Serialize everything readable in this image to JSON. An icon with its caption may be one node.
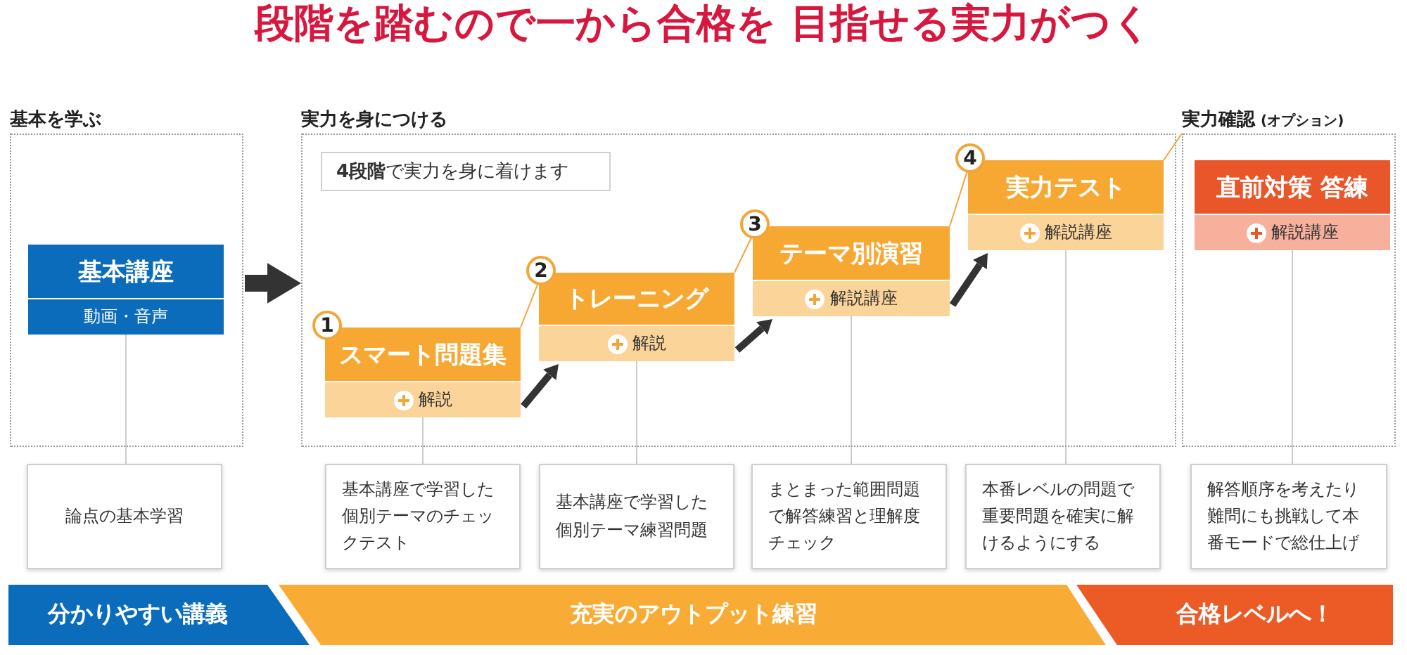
{
  "diagram": {
    "title": "段階を踏むので一から合格を 目指せる実力がつく",
    "nodes": [
      {
        "text": [
          "基本を学ぶ"
        ]
      },
      {
        "text": [
          "基本講座",
          "動画・音声"
        ],
        "in": 0
      },
      {
        "text": [
          "実力を身につける"
        ]
      },
      {
        "text": [
          "**4段階**で実力を身に着けます"
        ],
        "in": 2
      },
      {
        "text": [
          "1",
          "スマート問題集",
          "解説"
        ],
        "in": 2
      },
      {
        "text": [
          "2",
          "トレーニング",
          "解説"
        ],
        "in": 2
      },
      {
        "text": [
          "3",
          "テーマ別演習",
          "解説講座"
        ],
        "in": 2
      },
      {
        "text": [
          "4",
          "実力テスト",
          "解説講座"
        ],
        "in": 2
      },
      {
        "text": [
          "実力確認",
          "(オプション)"
        ]
      },
      {
        "text": [
          "直前対策 答練",
          "解説講座"
        ],
        "in": 8
      },
      {
        "text": [
          "論点の基本学習"
        ]
      },
      {
        "text": [
          "基本講座で学習した個別テーマのチェックテスト"
        ]
      },
      {
        "text": [
          "基本講座で学習した個別テーマ練習問題"
        ]
      },
      {
        "text": [
          "まとまった範囲問題で解答練習と理解度チェック"
        ]
      },
      {
        "text": [
          "本番レベルの問題で重要問題を確実に解けるようにする"
        ]
      },
      {
        "text": [
          "解答順序を考えたり難問にも挑戦して本番モードで総仕上げ"
        ]
      },
      {
        "text": [
          "分かりやすい講義"
        ]
      },
      {
        "text": [
          "充実のアウトプット練習"
        ]
      },
      {
        "text": [
          "合格レベルへ！"
        ]
      }
    ],
    "edges": [
      {
        "from": 0,
        "to": 2,
        "arrow": "to",
        "style": "thick",
        "color": "#333333"
      },
      {
        "from": 4,
        "to": 5,
        "arrow": "to",
        "style": "thick",
        "color": "#333333"
      },
      {
        "from": 5,
        "to": 6,
        "arrow": "to",
        "style": "thick",
        "color": "#333333"
      },
      {
        "from": 6,
        "to": 7,
        "arrow": "to",
        "style": "thick",
        "color": "#333333"
      },
      {
        "from": 4,
        "to": 5,
        "arrow": "none",
        "color": "#f2a63a"
      },
      {
        "from": 5,
        "to": 6,
        "arrow": "none",
        "color": "#f2a63a"
      },
      {
        "from": 6,
        "to": 7,
        "arrow": "none",
        "color": "#f2a63a"
      },
      {
        "from": 7,
        "to": 8,
        "arrow": "none",
        "color": "#f2a63a"
      },
      {
        "from": 1,
        "to": 10,
        "arrow": "none"
      },
      {
        "from": 4,
        "to": 11,
        "arrow": "none"
      },
      {
        "from": 5,
        "to": 12,
        "arrow": "none"
      },
      {
        "from": 6,
        "to": 13,
        "arrow": "none"
      },
      {
        "from": 7,
        "to": 14,
        "arrow": "none"
      },
      {
        "from": 9,
        "to": 15,
        "arrow": "none"
      }
    ]
  }
}
